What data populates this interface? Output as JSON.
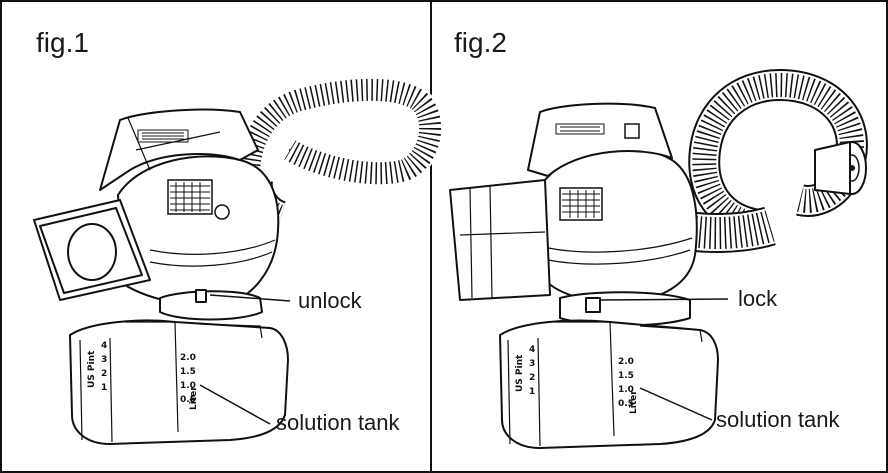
{
  "panels": [
    {
      "fig_label": "fig.1",
      "callouts": {
        "lock_state": "unlock",
        "tank": "solution tank"
      },
      "tank_scale_left": [
        "US Pint",
        "1",
        "2",
        "3",
        "4"
      ],
      "tank_scale_right": [
        "Liter",
        "0.5",
        "1.0",
        "1.5",
        "2.0"
      ]
    },
    {
      "fig_label": "fig.2",
      "callouts": {
        "lock_state": "lock",
        "tank": "solution tank"
      },
      "tank_scale_left": [
        "US Pint",
        "1",
        "2",
        "3",
        "4"
      ],
      "tank_scale_right": [
        "Liter",
        "0.5",
        "1.0",
        "1.5",
        "2.0"
      ]
    }
  ]
}
